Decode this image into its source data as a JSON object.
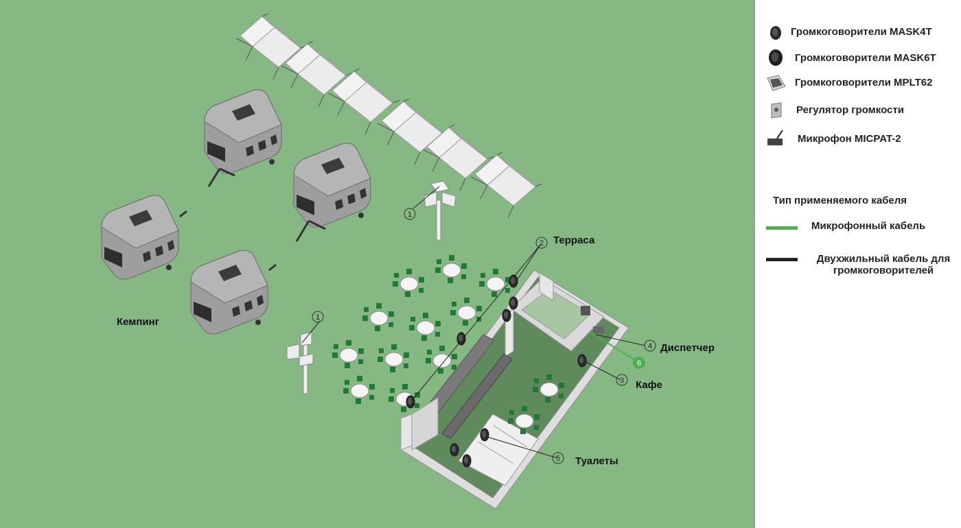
{
  "scene": {
    "labels": {
      "camping": "Кемпинг",
      "terrace": "Терраса",
      "dispatcher": "Диспетчер",
      "cafe": "Кафе",
      "toilets": "Туалеты"
    },
    "markers": {
      "m1a": "1",
      "m1b": "1",
      "m2": "2",
      "m3": "3",
      "m4": "4",
      "m5": "5",
      "m6": "6"
    }
  },
  "legend": {
    "items": [
      {
        "icon": "speaker-mask4t-icon",
        "label": "Громкоговорители MASK4T"
      },
      {
        "icon": "speaker-mask6t-icon",
        "label": "Громкоговорители MASK6T"
      },
      {
        "icon": "speaker-mplt62-icon",
        "label": "Громкоговорители MPLT62"
      },
      {
        "icon": "volume-control-icon",
        "label": "Регулятор громкости"
      },
      {
        "icon": "microphone-icon",
        "label": "Микрофон MICPAT-2"
      }
    ],
    "cable_title": "Тип применяемого кабеля",
    "cables": [
      {
        "label": "Микрофонный кабель",
        "color": "#4caf50"
      },
      {
        "label_line1": "Двухжильный кабель для",
        "label_line2": "громкоговорителей",
        "color": "#222222"
      }
    ]
  },
  "colors": {
    "background": "#86b884",
    "mic_cable": "#4caf50",
    "speaker_cable": "#222222",
    "chair": "#1f7a3a",
    "table": "#f4f4f4",
    "building": "#e4e4e4",
    "trailer": "#9b9b9b"
  }
}
